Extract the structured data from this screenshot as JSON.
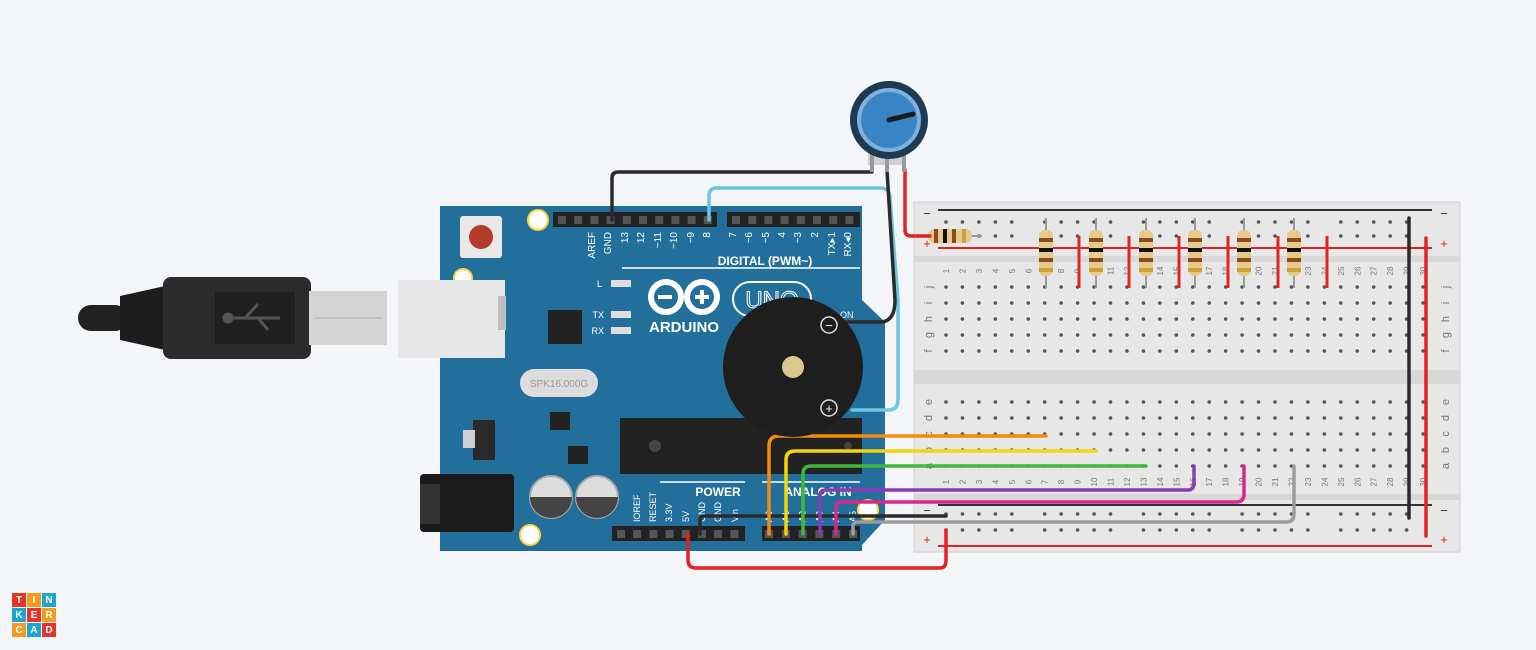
{
  "board": {
    "brand": "ARDUINO",
    "model": "UNO",
    "digital_label": "DIGITAL (PWM~)",
    "power_label": "POWER",
    "analog_label": "ANALOG IN",
    "on_label": "ON",
    "led_l": "L",
    "led_tx": "TX",
    "led_rx": "RX",
    "crystal": "SPK16.000G",
    "digital_pins": [
      "AREF",
      "GND",
      "13",
      "12",
      "~11",
      "~10",
      "~9",
      "8",
      "7",
      "~6",
      "~5",
      "4",
      "~3",
      "2",
      "TX▸1",
      "RX◂0"
    ],
    "power_pins": [
      "IOREF",
      "RESET",
      "3.3V",
      "5V",
      "GND",
      "GND",
      "Vin"
    ],
    "analog_pins": [
      "A0",
      "A1",
      "A2",
      "A3",
      "A4",
      "A5"
    ]
  },
  "breadboard": {
    "row_letters_top": [
      "j",
      "i",
      "h",
      "g",
      "f"
    ],
    "row_letters_bottom": [
      "e",
      "d",
      "c",
      "b",
      "a"
    ],
    "columns": [
      "1",
      "2",
      "3",
      "4",
      "5",
      "6",
      "7",
      "8",
      "9",
      "10",
      "11",
      "12",
      "13",
      "14",
      "15",
      "16",
      "17",
      "18",
      "19",
      "20",
      "21",
      "22",
      "23",
      "24",
      "25",
      "26",
      "27",
      "28",
      "29",
      "30"
    ],
    "minus": "−",
    "plus": "+"
  },
  "buzzer": {
    "minus": "−",
    "plus": "+"
  },
  "logo": {
    "letters": [
      "T",
      "I",
      "N",
      "K",
      "E",
      "R",
      "C",
      "A",
      "D"
    ]
  },
  "colors": {
    "board": "#236f9c",
    "wire_black": "#2a2a2a",
    "wire_red": "#e02424",
    "wire_cyan": "#6cc6de",
    "wire_orange": "#f28c0f",
    "wire_yellow": "#f5d40b",
    "wire_green": "#3fb83a",
    "wire_purple": "#8a3bb3",
    "wire_magenta": "#d6288e",
    "wire_gray": "#9b9b9b",
    "led_red": "#ff0000"
  }
}
